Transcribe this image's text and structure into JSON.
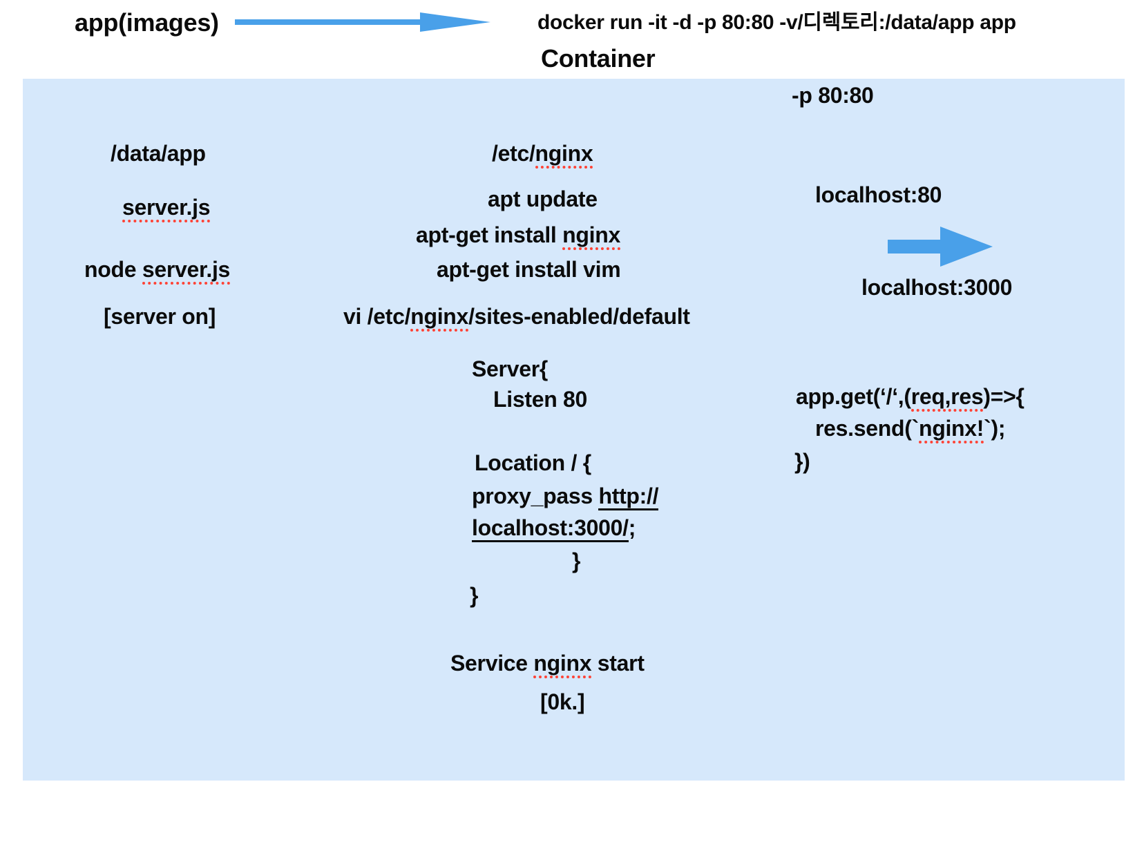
{
  "colors": {
    "box_bg": "#d6e8fb",
    "arrow": "#49a0e9",
    "spellcheck": "#ff4336",
    "text": "#0b0b0b"
  },
  "header": {
    "app_label": "app(images)",
    "docker_command": "docker run -it -d -p 80:80 -v/디렉토리:/data/app app",
    "container_label": "Container"
  },
  "container": {
    "port_flag": "-p 80:80",
    "left": {
      "mount_path": "/data/app",
      "server_file": "server.js",
      "node_cmd_pre": "node ",
      "node_cmd_file": "server.js",
      "server_status": "[server on]"
    },
    "middle": {
      "nginx_dir_pre": "/etc/",
      "nginx_dir_word": "nginx",
      "apt_update": "apt update",
      "apt_install_nginx_pre": "apt-get install ",
      "apt_install_nginx_word": "nginx",
      "apt_install_vim": "apt-get install vim",
      "vi_cmd_pre": "vi /etc/",
      "vi_cmd_word": "nginx",
      "vi_cmd_post": "/sites-enabled/default"
    },
    "nginx_conf": {
      "server_open": "Server{",
      "listen": "Listen 80",
      "location_open": "Location / {",
      "proxy_pre": "proxy_pass ",
      "proxy_url_1": "http://",
      "proxy_url_2": "localhost:3000/",
      "proxy_semicolon": ";",
      "close_inner": "}",
      "close_outer": "}"
    },
    "service_cmd": {
      "pre": "Service ",
      "word": "nginx",
      "post": " start"
    },
    "ok_status": "[0k.]",
    "right": {
      "localhost_80": "localhost:80",
      "localhost_3000": "localhost:3000",
      "code_line1_pre": "app.get(‘/‘,(",
      "code_line1_word": "req,res",
      "code_line1_post": ")=>{",
      "code_line2_pre": "res.send(`",
      "code_line2_word": "nginx!",
      "code_line2_post": "`);",
      "code_line3": "})"
    }
  }
}
